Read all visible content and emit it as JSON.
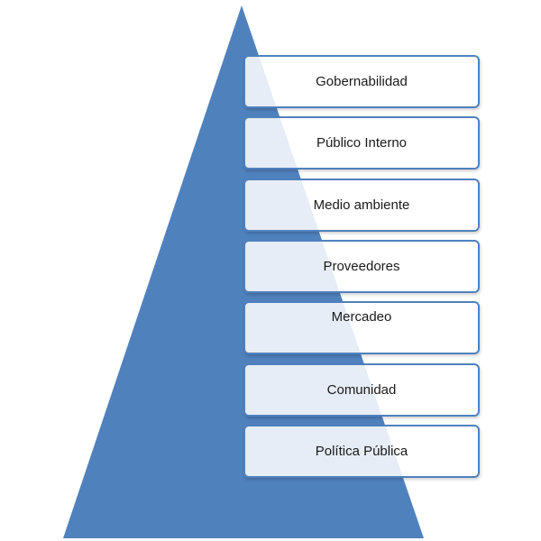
{
  "colors": {
    "pyramid_fill": "#4f81bd",
    "box_border": "#4f81bd",
    "box_fill": "#ffffff",
    "text": "#1a1a1a"
  },
  "levels": [
    {
      "label": "Gobernabilidad"
    },
    {
      "label": "Público Interno"
    },
    {
      "label": "Medio ambiente"
    },
    {
      "label": "Proveedores"
    },
    {
      "label": "Mercadeo"
    },
    {
      "label": "Comunidad"
    },
    {
      "label": "Política Pública"
    }
  ]
}
